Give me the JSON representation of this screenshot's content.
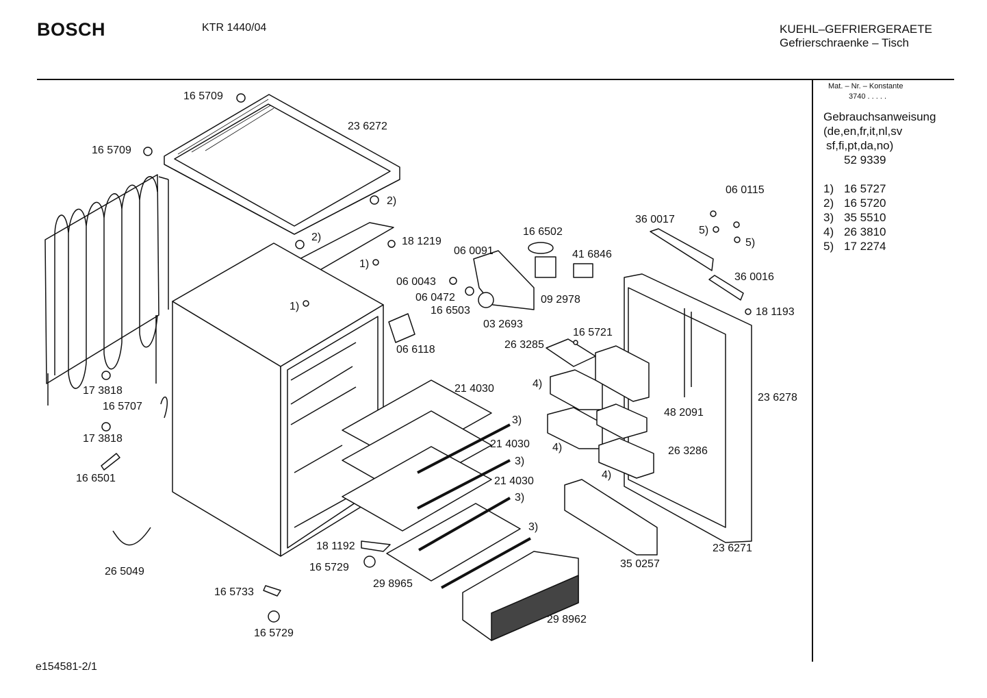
{
  "header": {
    "brand": "BOSCH",
    "model": "KTR 1440/04",
    "category": "KUEHL–GEFRIERGERAETE",
    "subcategory": "Gefrierschraenke – Tisch"
  },
  "sidebar": {
    "mat_nr_label": "Mat. – Nr. – Konstante",
    "mat_nr_value": "3740  .  .  .  .  .",
    "manual_title": "Gebrauchsanweisung",
    "manual_langs_1": "(de,en,fr,it,nl,sv",
    "manual_langs_2": "sf,fi,pt,da,no)",
    "manual_part": "52 9339",
    "notes": [
      {
        "key": "1)",
        "part": "16 5727"
      },
      {
        "key": "2)",
        "part": "16 5720"
      },
      {
        "key": "3)",
        "part": "35 5510"
      },
      {
        "key": "4)",
        "part": "26 3810"
      },
      {
        "key": "5)",
        "part": "17 2274"
      }
    ]
  },
  "labels": {
    "l01": "16 5709",
    "l02": "23 6272",
    "l03": "16 5709",
    "l04": "2)",
    "l05": "2)",
    "l06": "18 1219",
    "l07": "1)",
    "l08": "1)",
    "l09": "16 6502",
    "l10": "06 0091",
    "l11": "41 6846",
    "l12": "06 0043",
    "l13": "06 0472",
    "l14": "16 6503",
    "l15": "09 2978",
    "l16": "03 2693",
    "l17": "06 6118",
    "l18": "06 0115",
    "l19": "36 0017",
    "l20": "5)",
    "l21": "5)",
    "l22": "36 0016",
    "l23": "18 1193",
    "l24": "16 5721",
    "l25": "26 3285",
    "l26": "4)",
    "l27": "48 2091",
    "l28": "23 6278",
    "l29": "21 4030",
    "l30": "3)",
    "l31": "21 4030",
    "l32": "3)",
    "l33": "21 4030",
    "l34": "3)",
    "l35": "3)",
    "l36": "26 3286",
    "l37": "4)",
    "l38": "4)",
    "l39": "17 3818",
    "l40": "16 5707",
    "l41": "17 3818",
    "l42": "16 6501",
    "l43": "26 5049",
    "l44": "18 1192",
    "l45": "16 5729",
    "l46": "29 8965",
    "l47": "16 5733",
    "l48": "16 5729",
    "l49": "29 8962",
    "l50": "35 0257",
    "l51": "23 6271"
  },
  "footer": {
    "doc_id": "e154581-2/1"
  }
}
